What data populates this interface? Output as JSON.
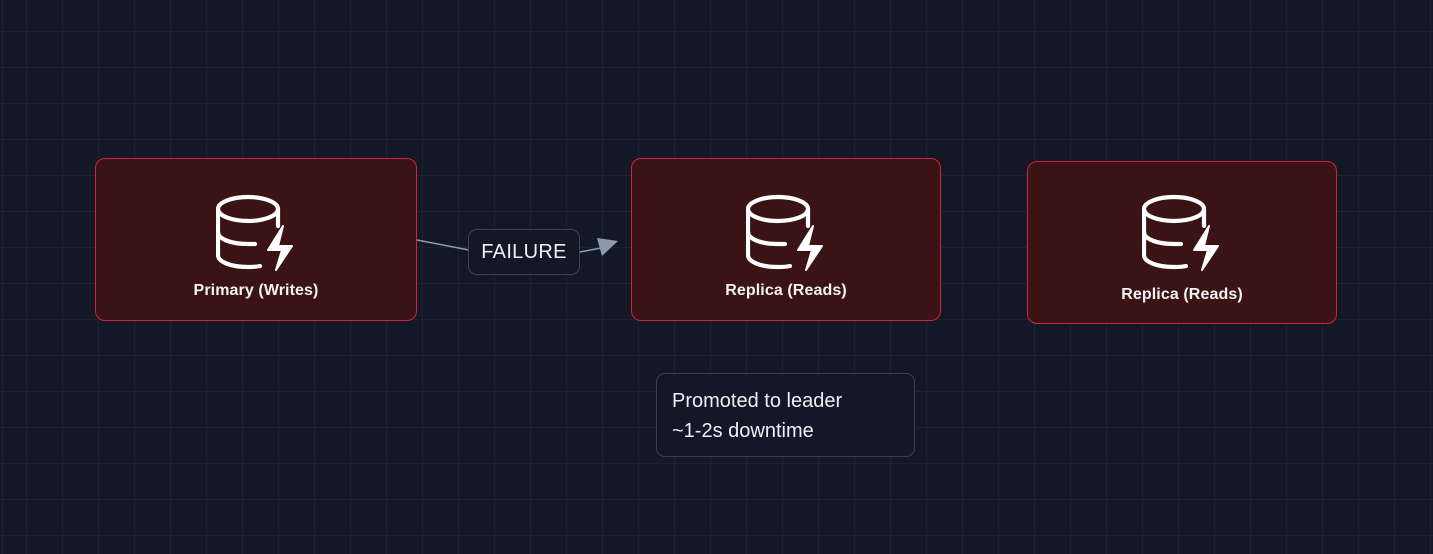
{
  "diagram": {
    "nodes": [
      {
        "id": "primary",
        "label": "Primary (Writes)",
        "icon": "database-bolt-icon"
      },
      {
        "id": "replica-1",
        "label": "Replica (Reads)",
        "icon": "database-bolt-icon"
      },
      {
        "id": "replica-2",
        "label": "Replica (Reads)",
        "icon": "database-bolt-icon"
      }
    ],
    "edges": [
      {
        "from": "primary",
        "to": "replica-1",
        "label": "FAILURE"
      }
    ],
    "note": {
      "lines": [
        "Promoted to leader",
        "~1-2s downtime"
      ]
    }
  },
  "colors": {
    "background": "#121826",
    "grid": "#1c2231",
    "node_fill": "#3b1314",
    "node_border": "#d3213f",
    "edge": "#8d9ab0",
    "text": "#f3f3f5"
  }
}
